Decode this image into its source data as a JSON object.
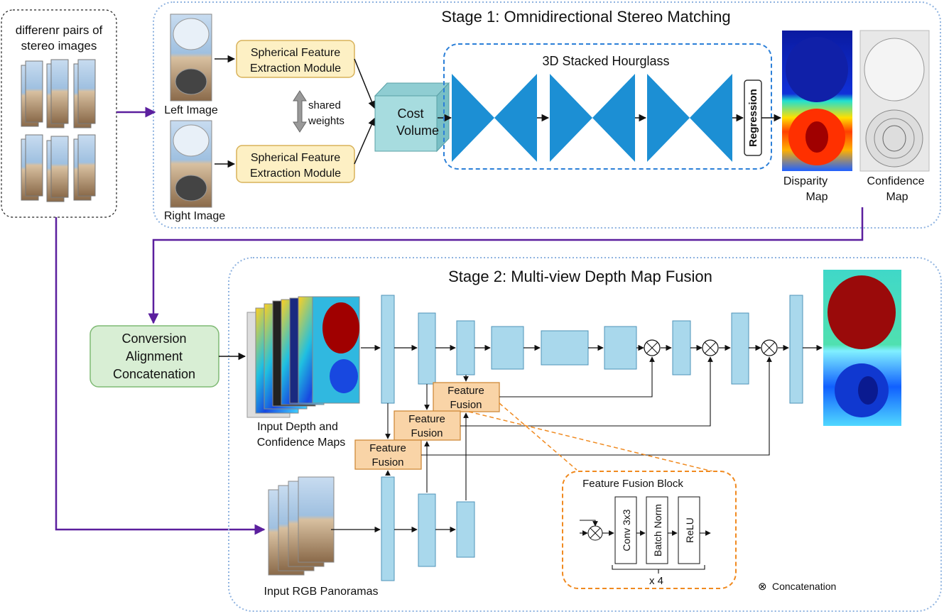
{
  "input_box": {
    "label_line1": "differenr pairs of",
    "label_line2": "stereo images"
  },
  "stage1": {
    "title": "Stage 1: Omnidirectional Stereo Matching",
    "left_image_label": "Left Image",
    "right_image_label": "Right Image",
    "feature_module_line1": "Spherical Feature",
    "feature_module_line2": "Extraction Module",
    "shared_weights_line1": "shared",
    "shared_weights_line2": "weights",
    "cost_volume_line1": "Cost",
    "cost_volume_line2": "Volume",
    "hourglass_title": "3D Stacked Hourglass",
    "regression_label": "Regression",
    "disparity_line1": "Disparity",
    "disparity_line2": "Map",
    "confidence_line1": "Confidence",
    "confidence_line2": "Map"
  },
  "stage2": {
    "title": "Stage 2: Multi-view Depth Map Fusion",
    "conversion_line1": "Conversion",
    "conversion_line2": "Alignment",
    "conversion_line3": "Concatenation",
    "input_depth_line1": "Input Depth and",
    "input_depth_line2": "Confidence Maps",
    "input_rgb_label": "Input RGB Panoramas",
    "feature_fusion_line1": "Feature",
    "feature_fusion_line2": "Fusion",
    "ffb_title": "Feature Fusion Block",
    "conv_label": "Conv 3x3",
    "batchnorm_label": "Batch Norm",
    "relu_label": "ReLU",
    "repeat_label": "x 4",
    "concat_legend": "Concatenation",
    "concat_symbol": "⊗"
  },
  "colors": {
    "stage_border": "#8fb3e0",
    "purple_arrow": "#5b1f9e",
    "feature_module_fill": "#fdf0c4",
    "feature_module_stroke": "#d8b25a",
    "cost_volume_fill": "#a7dcdf",
    "hourglass_blue": "#1c8fd4",
    "hourglass_border": "#2b7fd8",
    "block_fill": "#a9d8ec",
    "block_stroke": "#4f93b8",
    "fusion_fill": "#f9d4a7",
    "fusion_stroke": "#d08a3a",
    "conversion_fill": "#d8eed4",
    "conversion_stroke": "#7fba74",
    "orange_dash": "#f08a20"
  }
}
